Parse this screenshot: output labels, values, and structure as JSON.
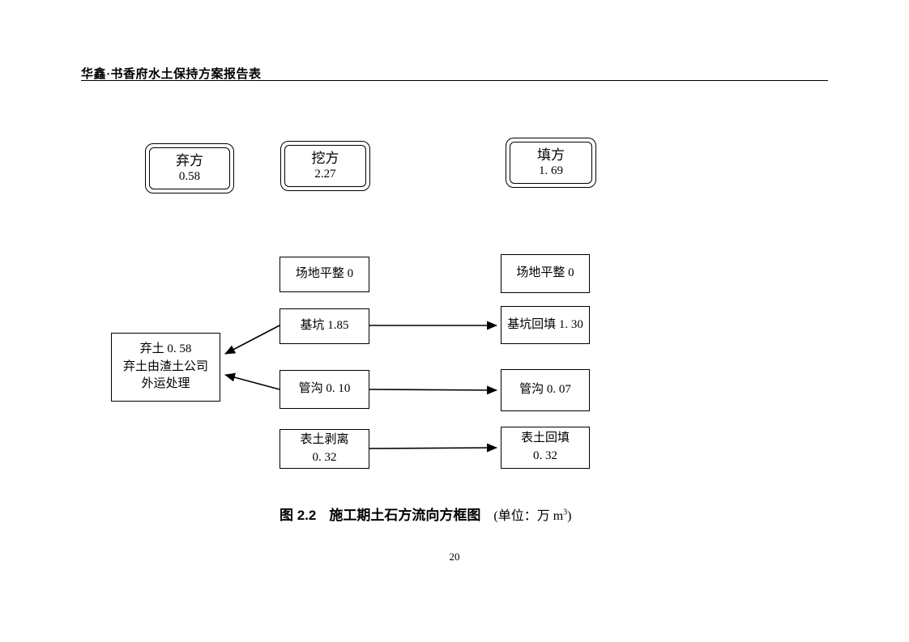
{
  "header": {
    "title": "华鑫·书香府水土保持方案报告表"
  },
  "diagram": {
    "summary_boxes": [
      {
        "label": "弃方",
        "value": "0.58"
      },
      {
        "label": "挖方",
        "value": "2.27"
      },
      {
        "label": "填方",
        "value": "1. 69"
      }
    ],
    "source_boxes": [
      {
        "text": "场地平整 0"
      },
      {
        "text": "基坑 1.85"
      },
      {
        "text": "管沟 0. 10"
      },
      {
        "line1": "表土剥离",
        "line2": "0. 32"
      }
    ],
    "dest_boxes": [
      {
        "text": "场地平整 0"
      },
      {
        "text": "基坑回填 1. 30"
      },
      {
        "text": "管沟 0. 07"
      },
      {
        "line1": "表土回填",
        "line2": "0. 32"
      }
    ],
    "disposal_box": {
      "line1": "弃土 0. 58",
      "line2": "弃土由渣土公司",
      "line3": "外运处理"
    }
  },
  "caption": {
    "label": "图 2.2",
    "title": "施工期土石方流向方框图",
    "unit_prefix": "(单位：万 m",
    "unit_sup": "3",
    "unit_suffix": ")"
  },
  "footer": {
    "page_number": "20"
  }
}
